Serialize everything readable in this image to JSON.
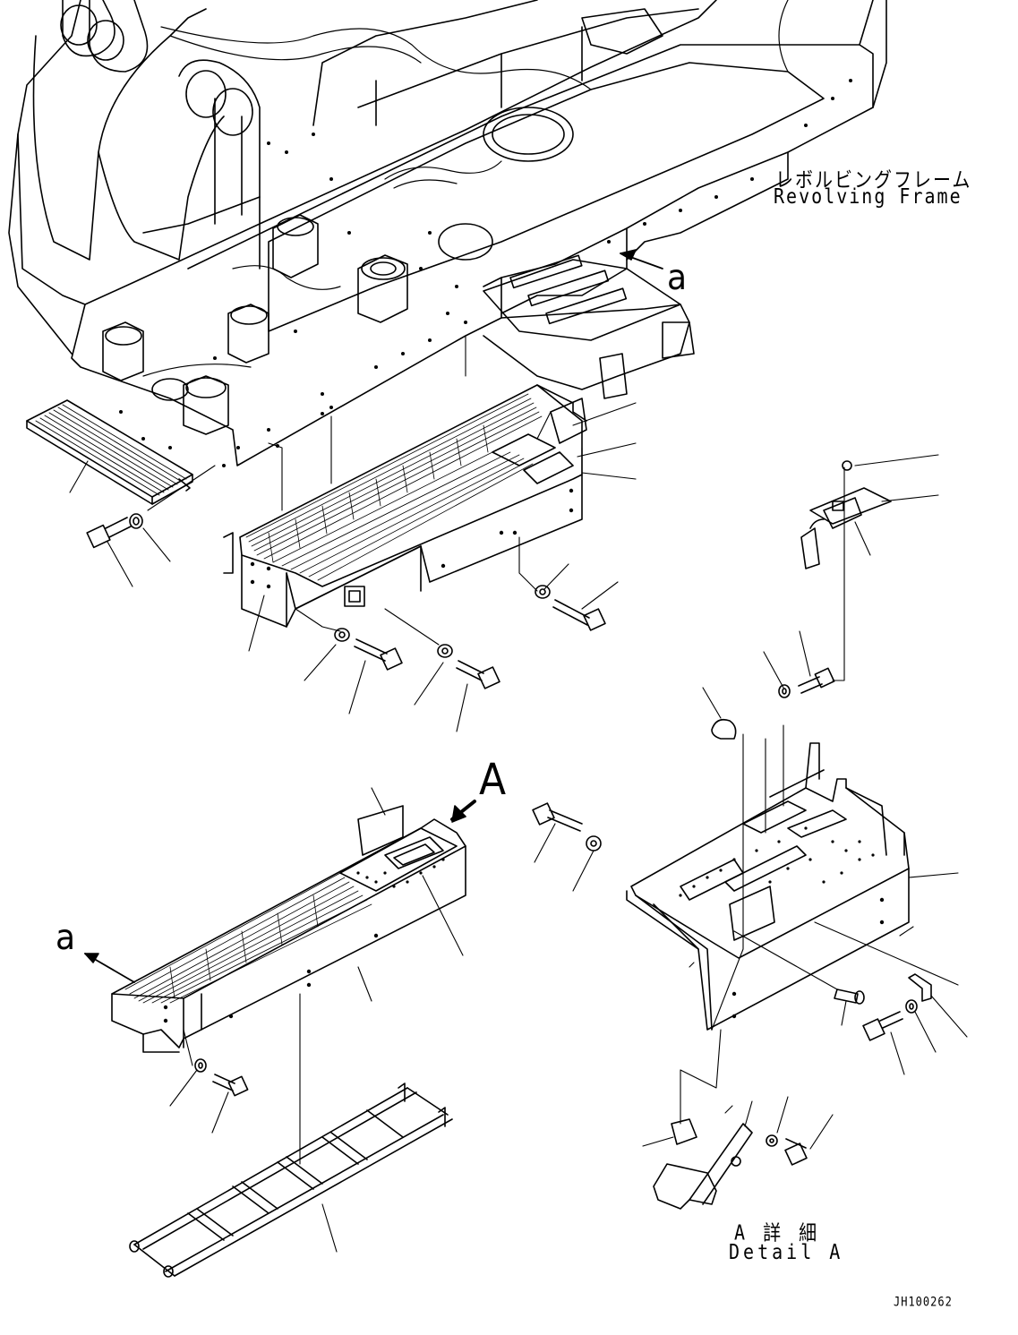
{
  "diagram": {
    "frame_label_jp": "レボルビングフレーム",
    "frame_label_en": "Revolving Frame",
    "view_letter": "A",
    "ref_letter_top": "a",
    "ref_letter_bottom": "a",
    "detail_label_jp": "A 詳 細",
    "detail_label_en": "Detail A",
    "drawing_code": "JH100262",
    "line_color": "#000000",
    "background": "#ffffff"
  }
}
